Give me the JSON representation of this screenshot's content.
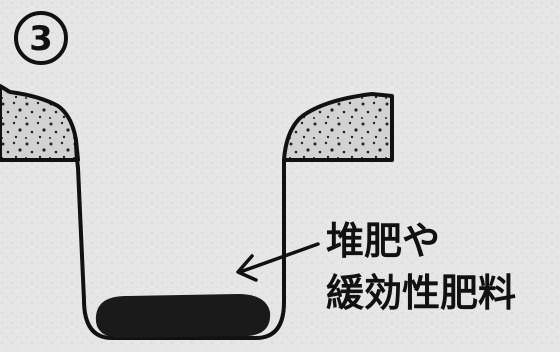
{
  "step": {
    "number": "3"
  },
  "label": {
    "line1": "堆肥や",
    "line2": "緩効性肥料"
  },
  "colors": {
    "background": "#e6e6e6",
    "ink": "#111111",
    "soil_fill": "#d2d2d2",
    "fertilizer": "#1a1a1a"
  }
}
